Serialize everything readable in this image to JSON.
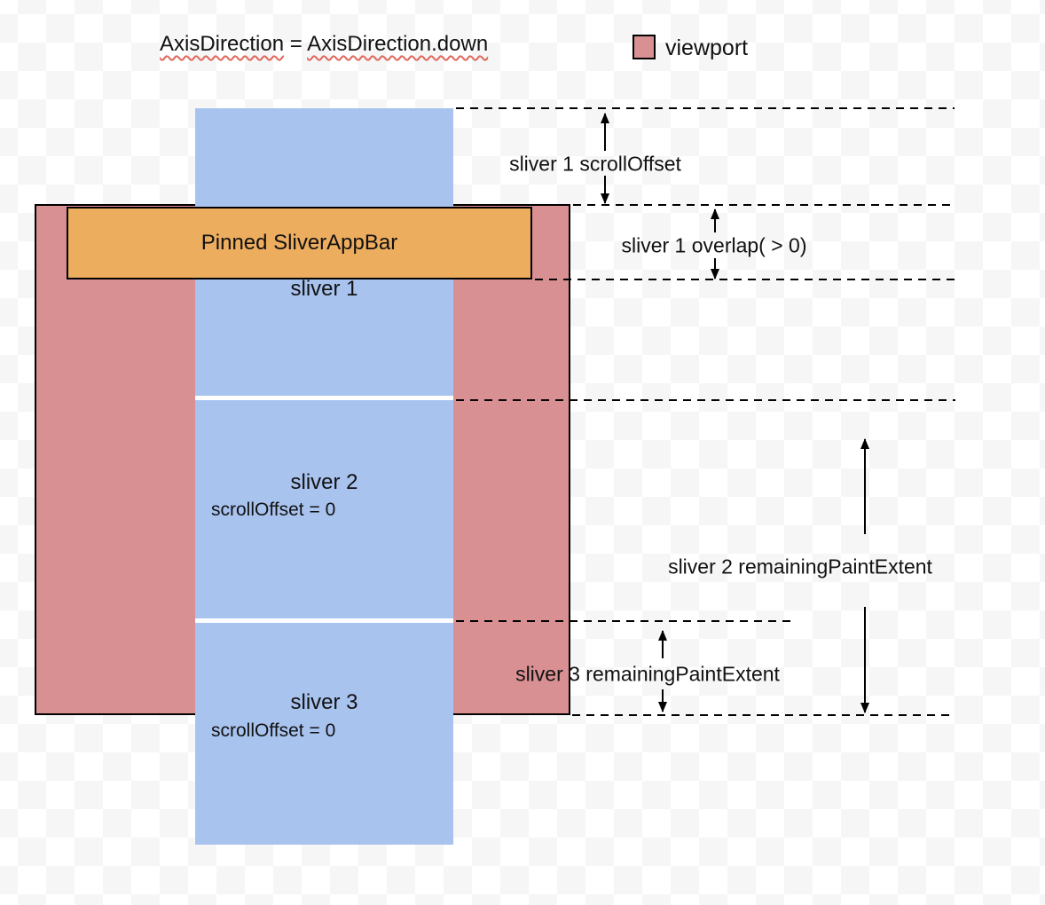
{
  "title": {
    "code1": "AxisDirection",
    "equals": " = ",
    "code2": "AxisDirection.down"
  },
  "legend": {
    "label": "viewport"
  },
  "boxes": {
    "sliver1": {
      "label": "sliver 1"
    },
    "appbar": {
      "label": "Pinned SliverAppBar"
    },
    "sliver2": {
      "label": "sliver 2",
      "sublabel": "scrollOffset = 0"
    },
    "sliver3": {
      "label": "sliver 3",
      "sublabel": "scrollOffset = 0"
    }
  },
  "annotations": {
    "sliver1_scrolloffset": "sliver 1 scrollOffset",
    "sliver1_overlap": "sliver 1 overlap( > 0)",
    "sliver2_remaining": "sliver 2 remainingPaintExtent",
    "sliver3_remaining": "sliver 3 remainingPaintExtent"
  },
  "colors": {
    "sliver-fill": "#a9c3ef",
    "viewport-fill": "#d99093",
    "appbar-fill": "#edad5f",
    "line": "#000000",
    "squiggle": "#e0685c",
    "checker": "#f6f6f6",
    "text": "#111111"
  }
}
